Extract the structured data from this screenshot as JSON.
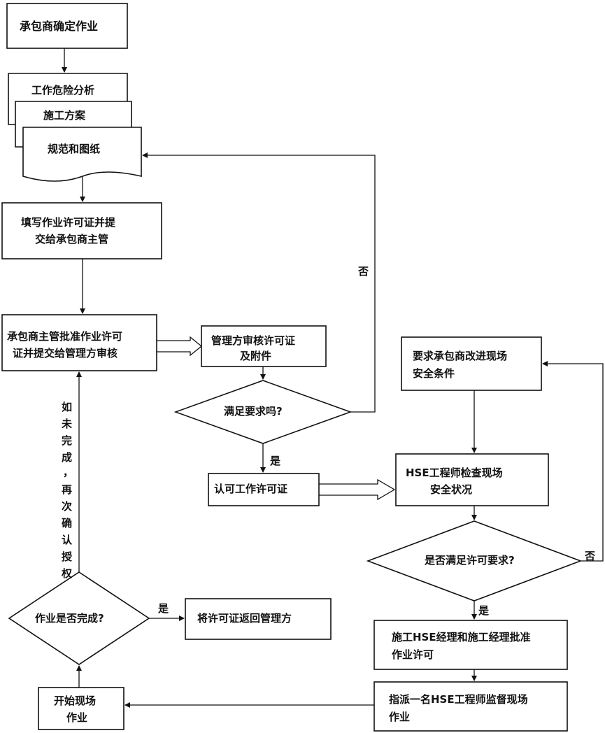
{
  "nodes": {
    "n1": "承包商确定作业",
    "doc1": "工作危险分析",
    "doc2": "施工方案",
    "doc3": "规范和图纸",
    "n2": [
      "填写作业许可证并提",
      "交给承包商主管"
    ],
    "n3": [
      "承包商主管批准作业许可",
      "证并提交给管理方审核"
    ],
    "n4": [
      "管理方审核许可证",
      "及附件"
    ],
    "d1": "满足要求吗?",
    "n5": "认可工作许可证",
    "n6": [
      "要求承包商改进现场",
      "安全条件"
    ],
    "n7": [
      "HSE工程师检查现场",
      "安全状况"
    ],
    "d2": "是否满足许可要求?",
    "n8": [
      "施工HSE经理和施工经理批准",
      "作业许可"
    ],
    "n9": [
      "指派一名HSE工程师监督现场",
      "作业"
    ],
    "n10": [
      "开始现场",
      "作业"
    ],
    "d3": "作业是否完成?",
    "n11": "将许可证返回管理方"
  },
  "labels": {
    "no1": "否",
    "yes1": "是",
    "no2": "否",
    "yes2": "是",
    "yes3": "是",
    "loop": [
      "如",
      "未",
      "完",
      "成",
      "，",
      "再",
      "次",
      "确",
      "认",
      "授",
      "权"
    ]
  }
}
